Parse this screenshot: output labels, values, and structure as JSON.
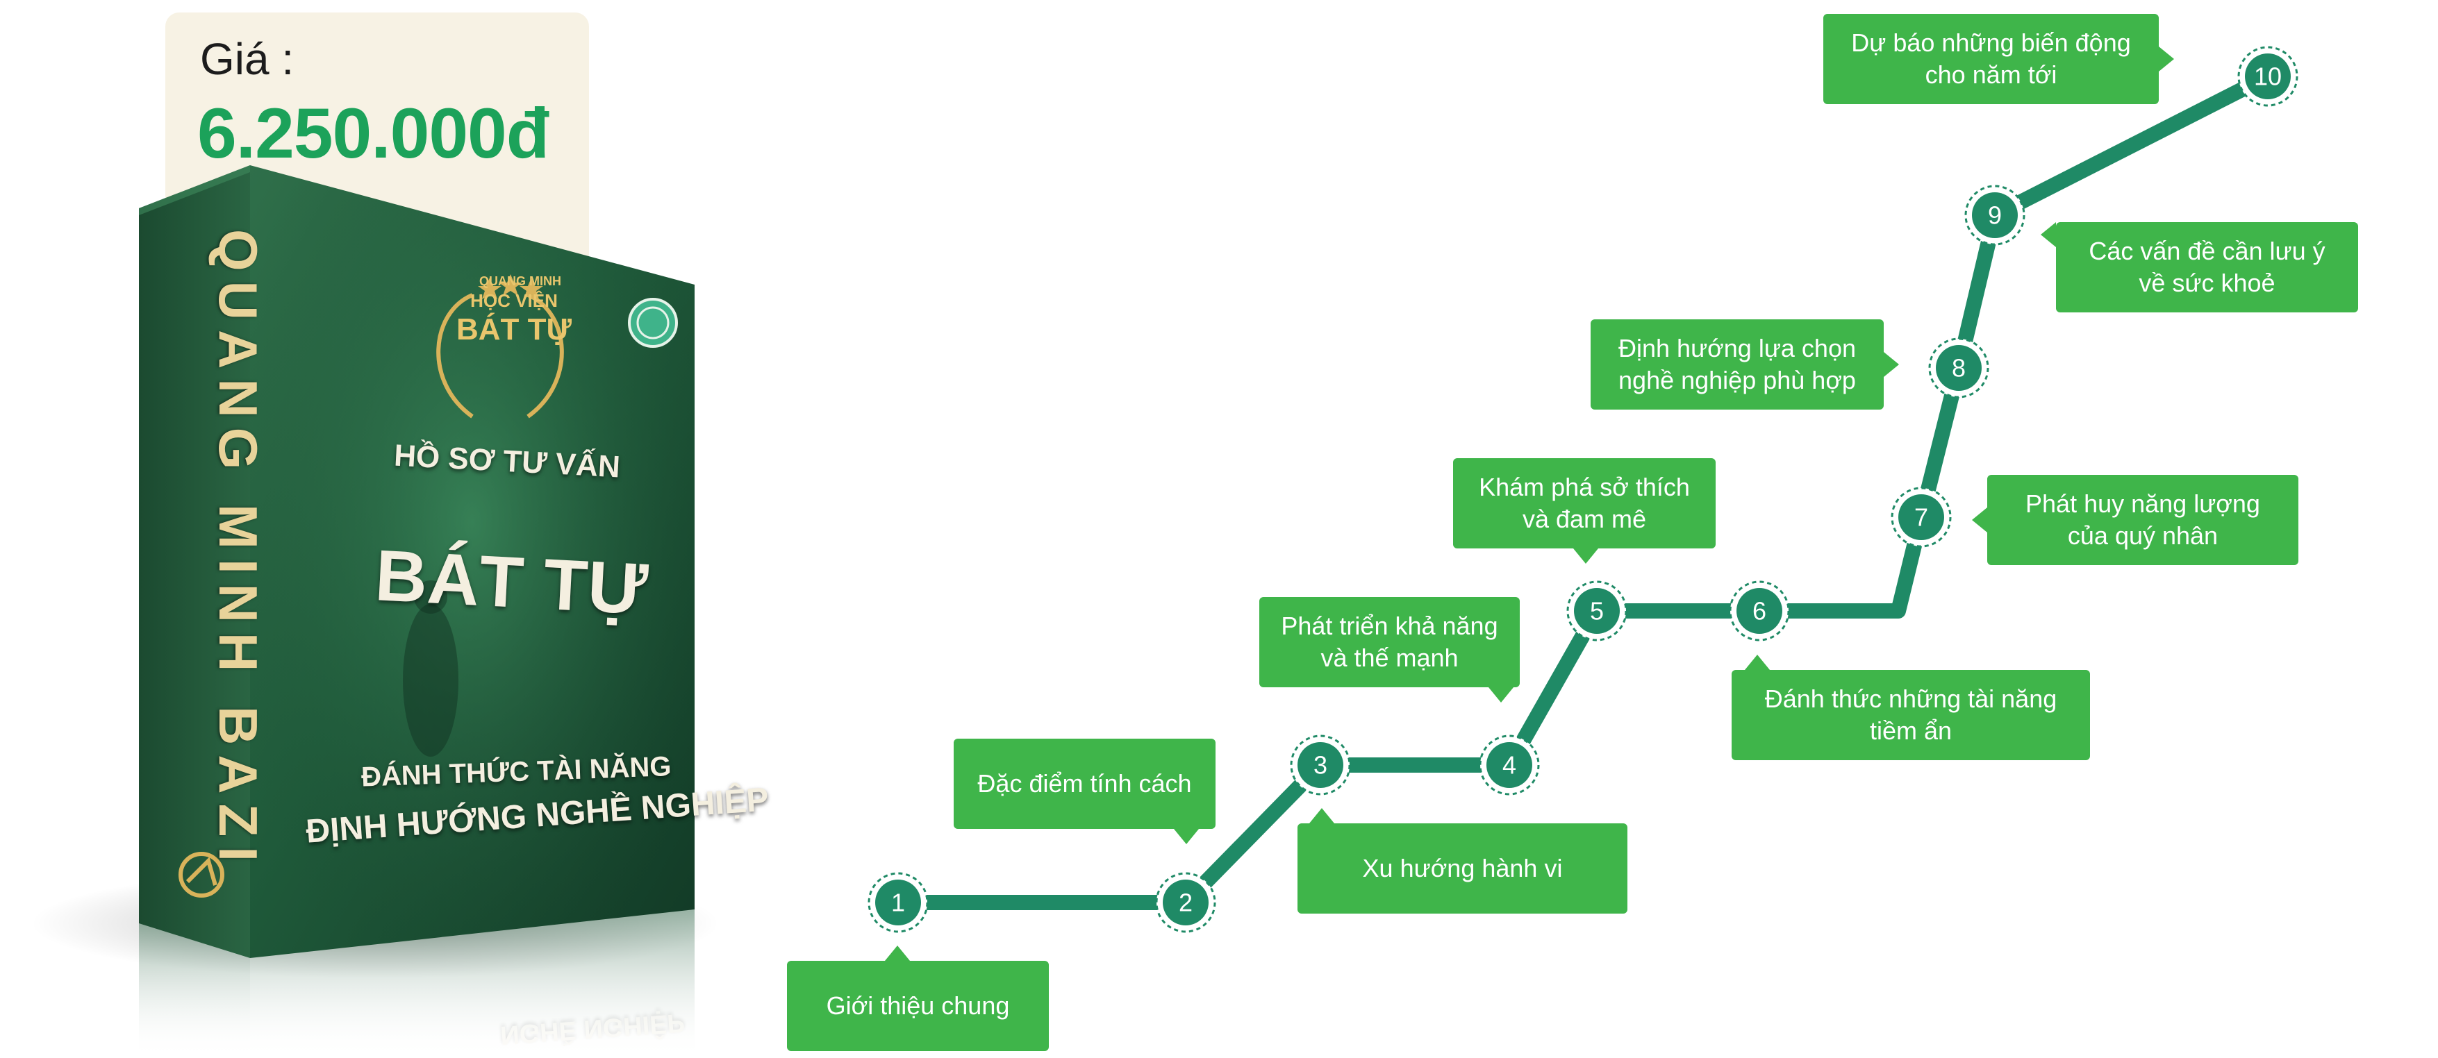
{
  "price": {
    "label": "Giá :",
    "value": "6.250.000đ"
  },
  "product": {
    "spine_title": "QUANG MINH BAZI",
    "crest_small": "QUANG MINH",
    "crest_mid": "HỌC VIỆN",
    "crest_big": "BÁT TỰ",
    "subtitle": "HỒ SƠ TƯ VẤN",
    "title": "BÁT TỰ",
    "line1": "ĐÁNH THỨC TÀI NĂNG",
    "line2": "ĐỊNH HƯỚNG NGHỀ NGHIỆP",
    "reflection": "NGHỀ NGHIỆP"
  },
  "colors": {
    "accent_green": "#1ca25a",
    "path_green": "#1f8a66",
    "bubble_green": "#3fb54a",
    "panel_beige": "#f7f2e4"
  },
  "steps": [
    {
      "number": "1",
      "lines": [
        "Giới thiệu chung"
      ]
    },
    {
      "number": "2",
      "lines": [
        "Đặc điểm tính cách"
      ]
    },
    {
      "number": "3",
      "lines": [
        "Xu hướng hành vi"
      ]
    },
    {
      "number": "4",
      "lines": [
        "Phát triển khả năng",
        "và thế mạnh"
      ]
    },
    {
      "number": "5",
      "lines": [
        "Khám phá sở thích",
        "và đam mê"
      ]
    },
    {
      "number": "6",
      "lines": [
        "Đánh thức những tài năng",
        "tiềm ẩn"
      ]
    },
    {
      "number": "7",
      "lines": [
        "Phát huy năng lượng",
        "của quý nhân"
      ]
    },
    {
      "number": "8",
      "lines": [
        "Định hướng lựa chọn",
        "nghề nghiệp phù hợp"
      ]
    },
    {
      "number": "9",
      "lines": [
        "Các vấn đề cần lưu ý",
        "về sức khoẻ"
      ]
    },
    {
      "number": "10",
      "lines": [
        "Dự báo những biến động",
        "cho năm tới"
      ]
    }
  ]
}
